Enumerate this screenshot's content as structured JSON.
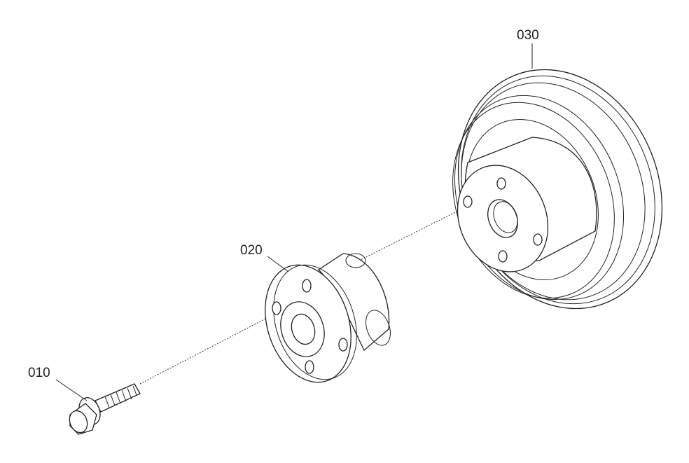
{
  "parts": [
    {
      "id": "010",
      "label": "010",
      "name": "bolt"
    },
    {
      "id": "020",
      "label": "020",
      "name": "pulley-hub"
    },
    {
      "id": "030",
      "label": "030",
      "name": "pulley"
    }
  ]
}
